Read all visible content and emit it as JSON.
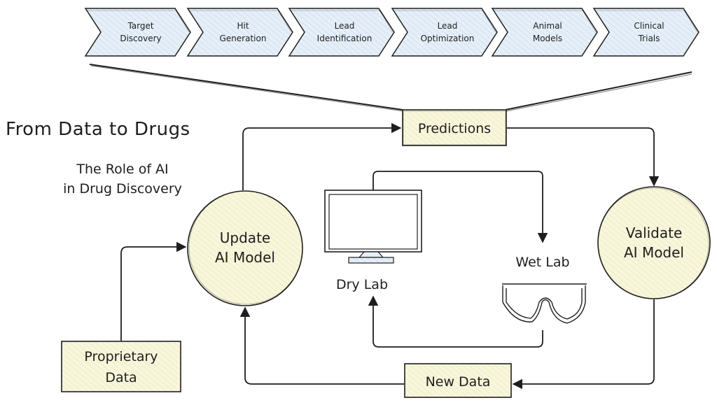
{
  "title": "From Data to Drugs",
  "subtitle_line1": "The Role of AI",
  "subtitle_line2": "in Drug Discovery",
  "pipeline": [
    {
      "line1": "Target",
      "line2": "Discovery"
    },
    {
      "line1": "Hit",
      "line2": "Generation"
    },
    {
      "line1": "Lead",
      "line2": "Identification"
    },
    {
      "line1": "Lead",
      "line2": "Optimization"
    },
    {
      "line1": "Animal",
      "line2": "Models"
    },
    {
      "line1": "Clinical",
      "line2": "Trials"
    }
  ],
  "nodes": {
    "predictions": "Predictions",
    "update_line1": "Update",
    "update_line2": "AI Model",
    "validate_line1": "Validate",
    "validate_line2": "AI Model",
    "proprietary_line1": "Proprietary",
    "proprietary_line2": "Data",
    "new_data": "New Data",
    "dry_lab": "Dry Lab",
    "wet_lab": "Wet Lab"
  },
  "colors": {
    "pipeline_fill": "#dde9f5",
    "node_fill": "#f6f4d2",
    "stroke": "#1e1e1e"
  }
}
